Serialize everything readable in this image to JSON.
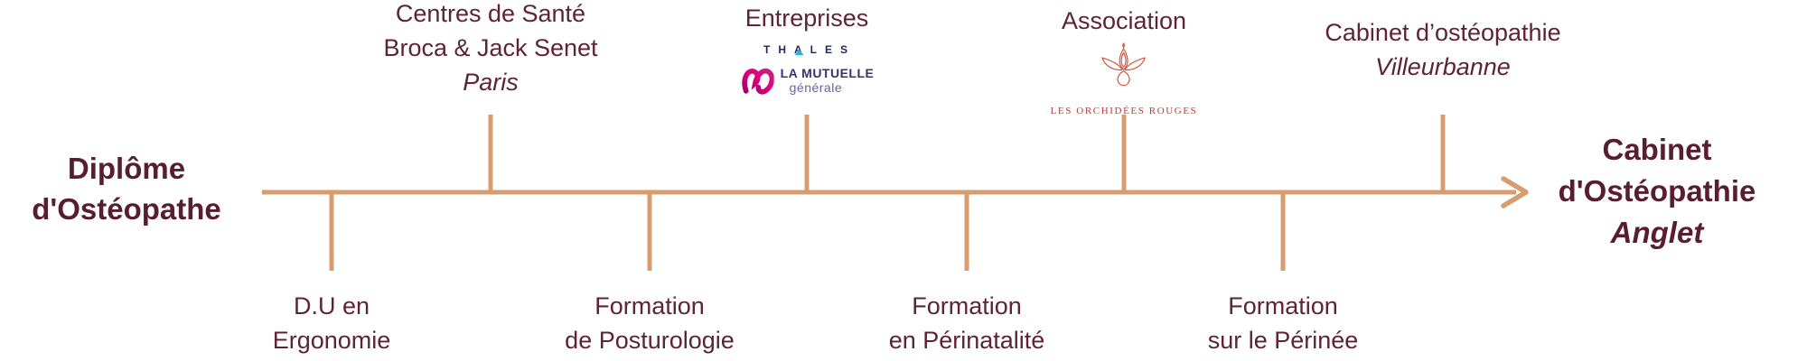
{
  "diagram_type": "timeline",
  "colors": {
    "maroon": "#5e2434",
    "maroon_dark": "#571d31",
    "tan": "#d89d6f",
    "thales_navy": "#1e2a5c",
    "thales_cyan": "#29b4d8",
    "mutuelle_magenta": "#d4017d",
    "mutuelle_dark_purple": "#3a3173",
    "mutuelle_light_purple": "#6c61a4",
    "orchid_red": "#d14a33",
    "orchid_text_red": "#c23a31"
  },
  "start_label": {
    "line1": "Diplôme",
    "line2": "d'Ostéopathe"
  },
  "end_label": {
    "line1": "Cabinet",
    "line2": "d'Ostéopathie",
    "line3": "Anglet"
  },
  "top_milestones": [
    {
      "line1": "Centres de Santé",
      "line2": "Broca & Jack Senet",
      "line3": "Paris"
    },
    {
      "title": "Entreprises"
    },
    {
      "title": "Association"
    },
    {
      "line1": "Cabinet d’ostéopathie",
      "line2": "Villeurbanne"
    }
  ],
  "bottom_milestones": [
    {
      "line1": "D.U en",
      "line2": "Ergonomie"
    },
    {
      "line1": "Formation",
      "line2": "de Posturologie"
    },
    {
      "line1": "Formation",
      "line2": "en Périnatalité"
    },
    {
      "line1": "Formation",
      "line2": "sur le Périnée"
    }
  ],
  "logos": {
    "thales": {
      "text": "THALES"
    },
    "mutuelle": {
      "line1": "LA MUTUELLE",
      "line2": "générale"
    },
    "orchidees": {
      "text": "LES ORCHIDÉES ROUGES"
    }
  }
}
